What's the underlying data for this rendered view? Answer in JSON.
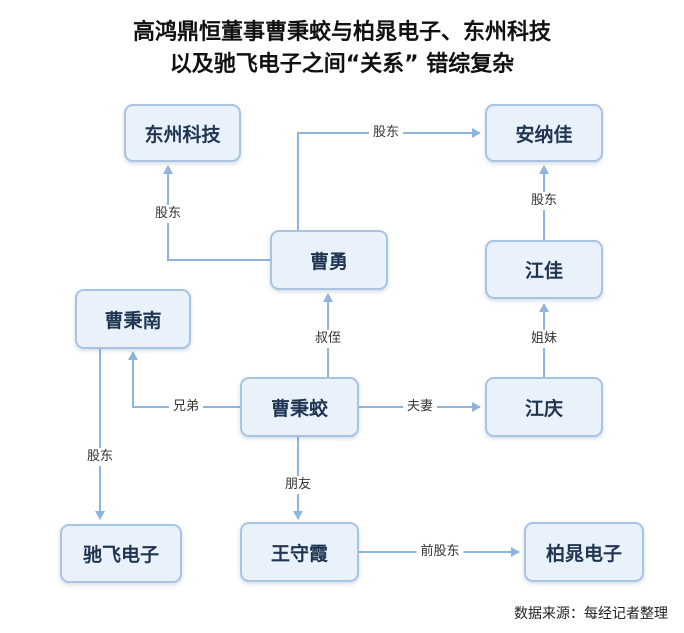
{
  "title": {
    "line1": "高鸿鼎恒董事曹秉蛟与柏晁电子、东州科技",
    "line2": "以及驰飞电子之间“关系” 错综复杂"
  },
  "nodes": {
    "dongzhou": "东州科技",
    "annajia": "安纳佳",
    "caoyong": "曹勇",
    "jiangjia": "江佳",
    "caobingnan": "曹秉南",
    "caobingjiao": "曹秉蛟",
    "jiangqing": "江庆",
    "chifei": "驰飞电子",
    "wangshouxia": "王守霞",
    "bochao": "柏晁电子"
  },
  "edges": {
    "caoyong_dongzhou": "股东",
    "caoyong_annajia": "股东",
    "jiangjia_annajia": "股东",
    "jiangqing_jiangjia": "姐妹",
    "caobingjiao_caoyong": "叔侄",
    "caobingjiao_caobingnan": "兄弟",
    "caobingjiao_jiangqing": "夫妻",
    "caobingjiao_wangshouxia": "朋友",
    "caobingnan_chifei": "股东",
    "wangshouxia_bochao": "前股东"
  },
  "source": "数据来源：每经记者整理",
  "colors": {
    "node_fill": "#e9f1fb",
    "node_border": "#a9c3e3",
    "edge": "#8fb4df",
    "text": "#1f3552"
  }
}
